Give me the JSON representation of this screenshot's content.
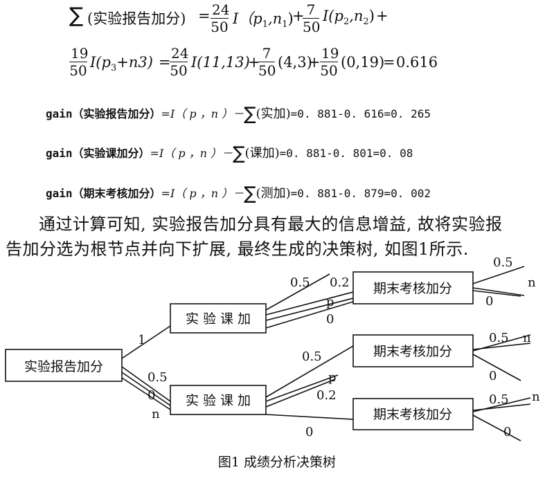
{
  "formula": {
    "line1": {
      "sigma": "∑",
      "lhs": "(实验报告加分)",
      "eq": "=",
      "f1_num": "24",
      "f1_den": "50",
      "t1": "I（p",
      "t1_sub1": "1",
      "t1_mid": ",n",
      "t1_sub2": "1",
      "t1_end": ")",
      "plus1": "+",
      "f2_num": "7",
      "f2_den": "50",
      "t2": "I(p",
      "t2_sub1": "2",
      "t2_mid": ",n",
      "t2_sub2": "2",
      "t2_end": ")",
      "plus2": "+"
    },
    "line2": {
      "f1_num": "19",
      "f1_den": "50",
      "t1": "I(p",
      "t1_sub": "3",
      "t1_end": "+n3)",
      "eq1": "=",
      "f2_num": "24",
      "f2_den": "50",
      "t2": "I(11,13)",
      "plus1": "+",
      "f3_num": "7",
      "f3_den": "50",
      "t3": "(4,3)",
      "plus2": "+",
      "f4_num": "19",
      "f4_den": "50",
      "t4": "(0,19)",
      "eq2": "=",
      "result": "0.616"
    }
  },
  "gains": [
    {
      "prefix": "gain",
      "name": "（实验报告加分）",
      "expr": "=I（ p ，n ）－",
      "sigma": "∑",
      "inner": "(实加)",
      "value": "=0. 881-0. 616=0. 265"
    },
    {
      "prefix": "gain",
      "name": "（实验课加分）",
      "expr": "=I（ p ，n ）－",
      "sigma": "∑",
      "inner": "(课加)",
      "value": "=0. 881-0. 801=0. 08"
    },
    {
      "prefix": "gain",
      "name": "（期末考核加分）",
      "expr": "=I（ p ，n ）－",
      "sigma": "∑",
      "inner": "(测加)",
      "value": "=0. 881-0. 879=0. 002"
    }
  ],
  "paragraph": {
    "line1": "通过计算可知, 实验报告加分具有最大的信息增益, 故将实验报",
    "line2": "告加分选为根节点并向下扩展, 最终生成的决策树, 如图1所示."
  },
  "tree": {
    "root": "实验报告加分",
    "node_upper": "实 验 课 加",
    "node_lower": "实 验 课 加",
    "leaf1": "期末考核加分",
    "leaf2": "期末考核加分",
    "leaf3": "期末考核加分",
    "edge_root_upper": "1",
    "edge_root_05": "0.5",
    "edge_root_0": "0",
    "edge_root_n": "n",
    "upper_05": "0.5",
    "upper_02": "0.2",
    "upper_p": "p",
    "upper_0": "0",
    "leaf1_05": "0.5",
    "leaf1_n": "n",
    "leaf1_0": "0",
    "lower_05": "0.5",
    "lower_p": "p",
    "lower_02": "0.2",
    "lower_0": "0",
    "leaf2_05": "0.5",
    "leaf2_n": "n",
    "leaf2_0": "0",
    "leaf3_05": "0.5",
    "leaf3_n": "n",
    "leaf3_0": "0"
  },
  "caption": "图1 成绩分析决策树"
}
